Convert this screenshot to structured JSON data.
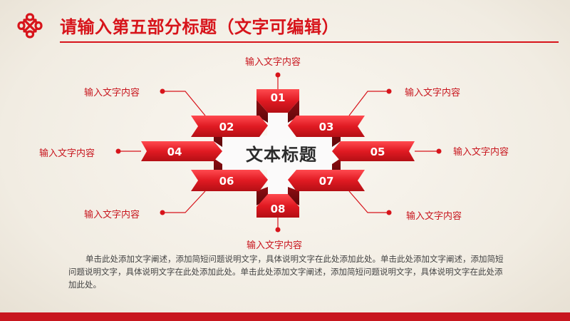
{
  "title": "请输入第五部分标题（文字可编辑）",
  "center_title": "文本标题",
  "items": [
    {
      "num": "01",
      "label": "输入文字内容"
    },
    {
      "num": "02",
      "label": "输入文字内容"
    },
    {
      "num": "03",
      "label": "输入文字内容"
    },
    {
      "num": "04",
      "label": "输入文字内容"
    },
    {
      "num": "05",
      "label": "输入文字内容"
    },
    {
      "num": "06",
      "label": "输入文字内容"
    },
    {
      "num": "07",
      "label": "输入文字内容"
    },
    {
      "num": "08",
      "label": "输入文字内容"
    }
  ],
  "description": "单击此处添加文字阐述，添加简短问题说明文字，具体说明文字在此处添加此处。单击此处添加文字阐述，添加简短问题说明文字，具体说明文字在此处添加此处。单击此处添加文字阐述，添加简短问题说明文字，具体说明文字在此处添加此处。",
  "colors": {
    "accent": "#d7141b",
    "dark_red": "#7a0a0d"
  },
  "icons": {
    "logo": "china-unicom-knot-logo"
  }
}
